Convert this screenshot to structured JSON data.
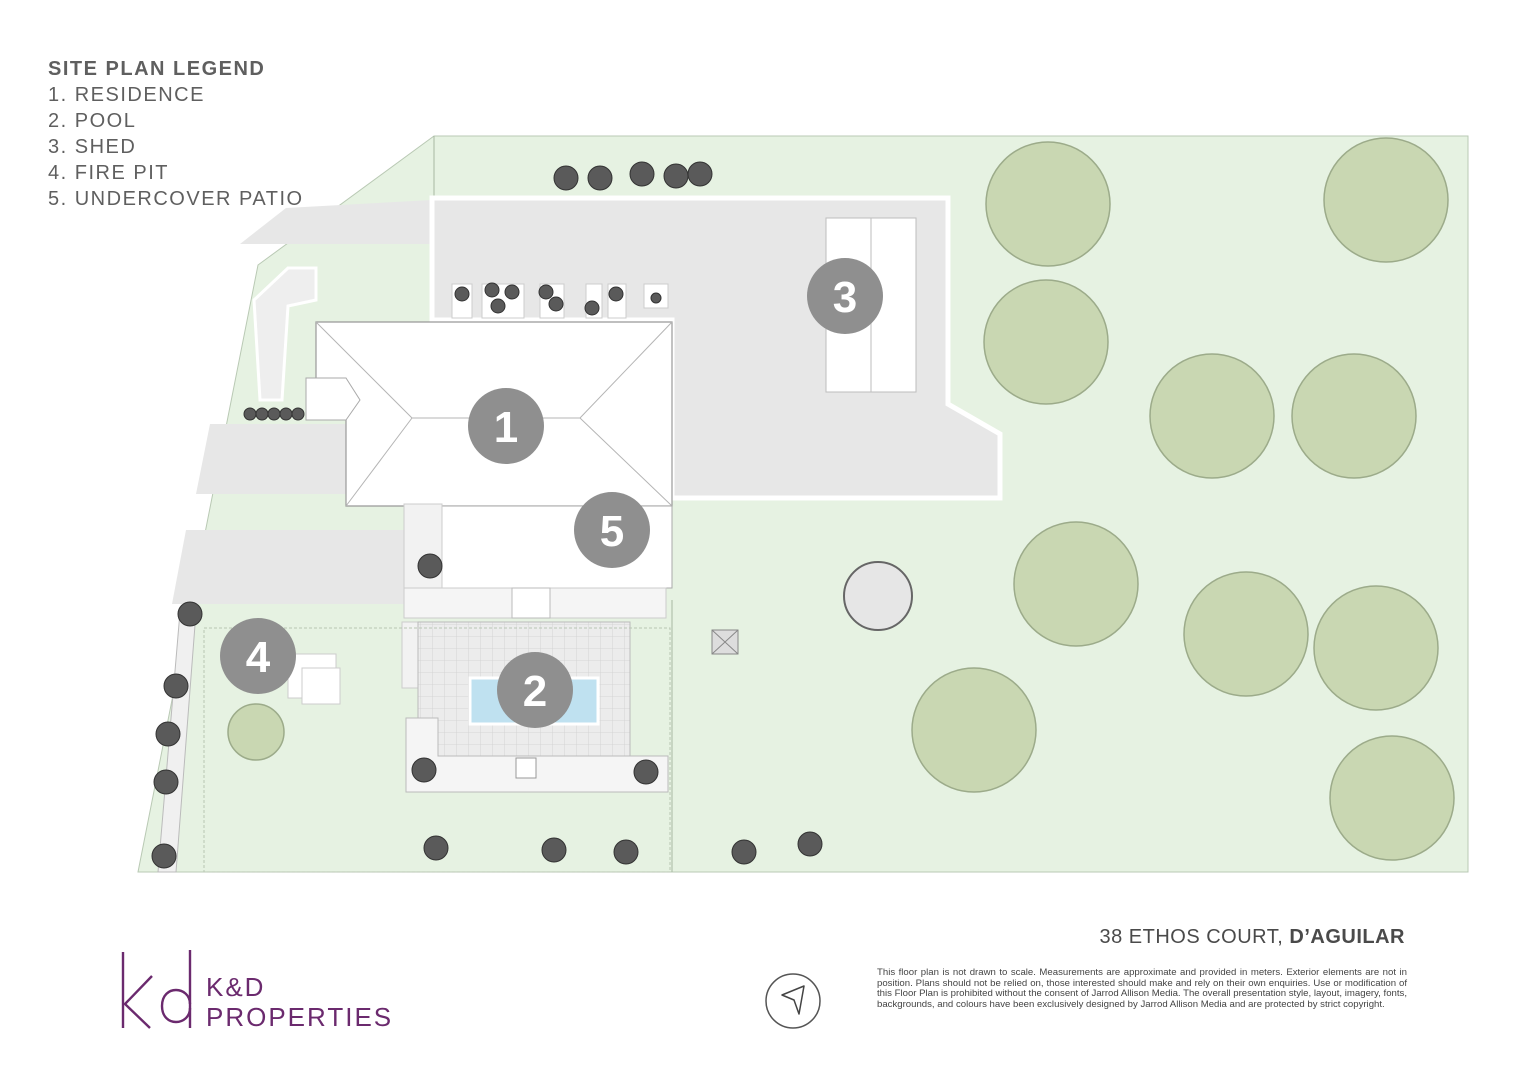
{
  "legend": {
    "title": "SITE PLAN LEGEND",
    "items": [
      "1. RESIDENCE",
      "2. POOL",
      "3. SHED",
      "4. FIRE PIT",
      "5. UNDERCOVER PATIO"
    ]
  },
  "markers": [
    "1",
    "2",
    "3",
    "4",
    "5"
  ],
  "address": {
    "street": "38 ETHOS COURT,",
    "suburb": "D’AGUILAR"
  },
  "brand": {
    "line1": "K&D",
    "line2": "PROPERTIES",
    "color": "#6b2a6e"
  },
  "disclaimer": "This floor plan is not drawn to scale. Measurements are approximate and provided in meters. Exterior elements are not in position. Plans should not be relied on, those interested should make and rely on their own enquiries. Use or modification of this Floor Plan is prohibited without the consent of Jarrod Allison Media. The overall presentation style, layout, imagery, fonts, backgrounds, and colours have been exclusively designed by Jarrod Allison Media and are protected by strict copyright.",
  "colors": {
    "grass": "#e6f2e2",
    "paving": "#e7e7e7",
    "roof": "#ffffff",
    "marker": "#8f8f8f",
    "tree": "#c9d7b2",
    "shrub": "#5a5a5a",
    "pool": "#bfe1f0"
  },
  "icons": {
    "compass": "north-arrow-icon"
  }
}
